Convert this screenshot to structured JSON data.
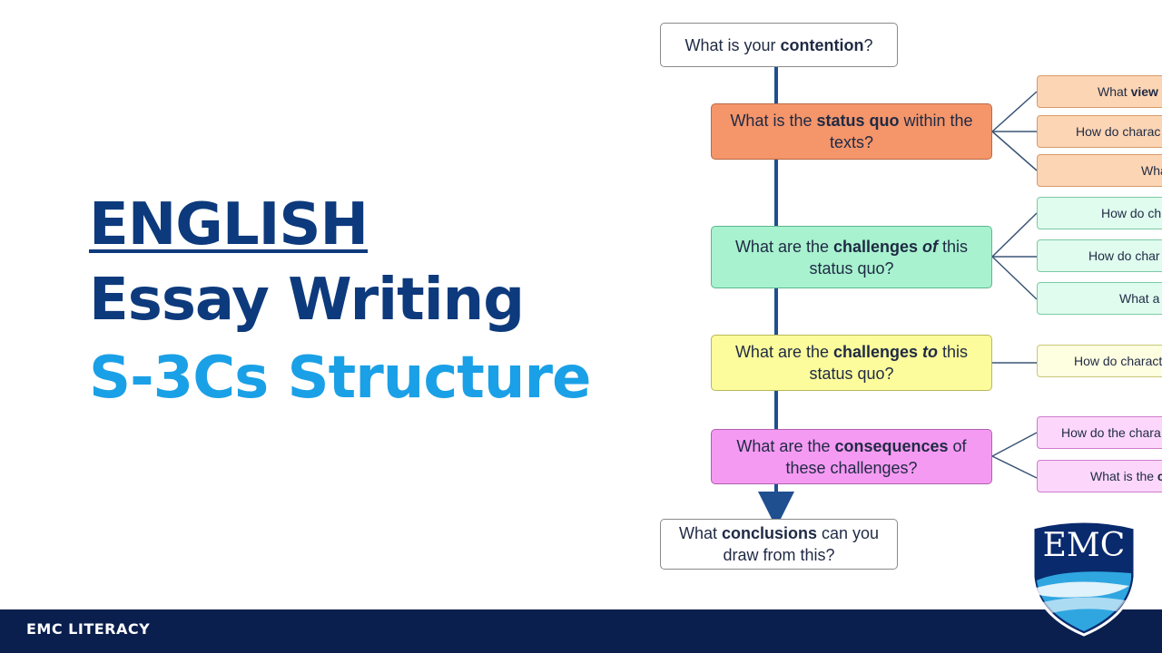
{
  "title": {
    "line1": "ENGLISH",
    "line2": "Essay Writing",
    "line3": "S-3Cs Structure"
  },
  "diagram": {
    "contention": {
      "pre": "What is your ",
      "bold": "contention",
      "post": "?"
    },
    "status_quo": {
      "pre": "What is the ",
      "bold": "status quo",
      "post": " within the texts?"
    },
    "challenges_of": {
      "pre": "What are the ",
      "bold": "challenges ",
      "italic_bold": "of",
      "post": " this status quo?"
    },
    "challenges_to": {
      "pre": "What are the ",
      "bold": "challenges ",
      "italic_bold": "to",
      "post": " this status quo?"
    },
    "consequences": {
      "pre": "What are the ",
      "bold": "consequences",
      "post": " of these challenges?"
    },
    "conclusions": {
      "pre": "What ",
      "bold": "conclusions",
      "post": " can you draw from this?"
    },
    "sub_status_quo": [
      {
        "pre": "What ",
        "bold": "view"
      },
      {
        "pre": "How do charac",
        "bold": ""
      },
      {
        "pre": "Wha",
        "bold": ""
      }
    ],
    "sub_challenges_of": [
      {
        "pre": "How do ch",
        "bold": ""
      },
      {
        "pre": "How do char",
        "bold": ""
      },
      {
        "pre": "What a",
        "bold": ""
      }
    ],
    "sub_challenges_to": [
      {
        "pre": "How do charact",
        "bold": ""
      }
    ],
    "sub_consequences": [
      {
        "pre": "How do the chara",
        "bold": ""
      },
      {
        "pre": "What is the ",
        "bold": "c"
      }
    ]
  },
  "footer": {
    "label": "EMC LITERACY"
  },
  "logo": {
    "text": "EMC"
  },
  "colors": {
    "navy": "#0d3a7c",
    "sky": "#1aa0e6",
    "orange": "#f5956a",
    "green": "#a8f2cf",
    "yellow": "#fcfc9c",
    "pink": "#f59af2",
    "footer": "#0a1f4d"
  }
}
